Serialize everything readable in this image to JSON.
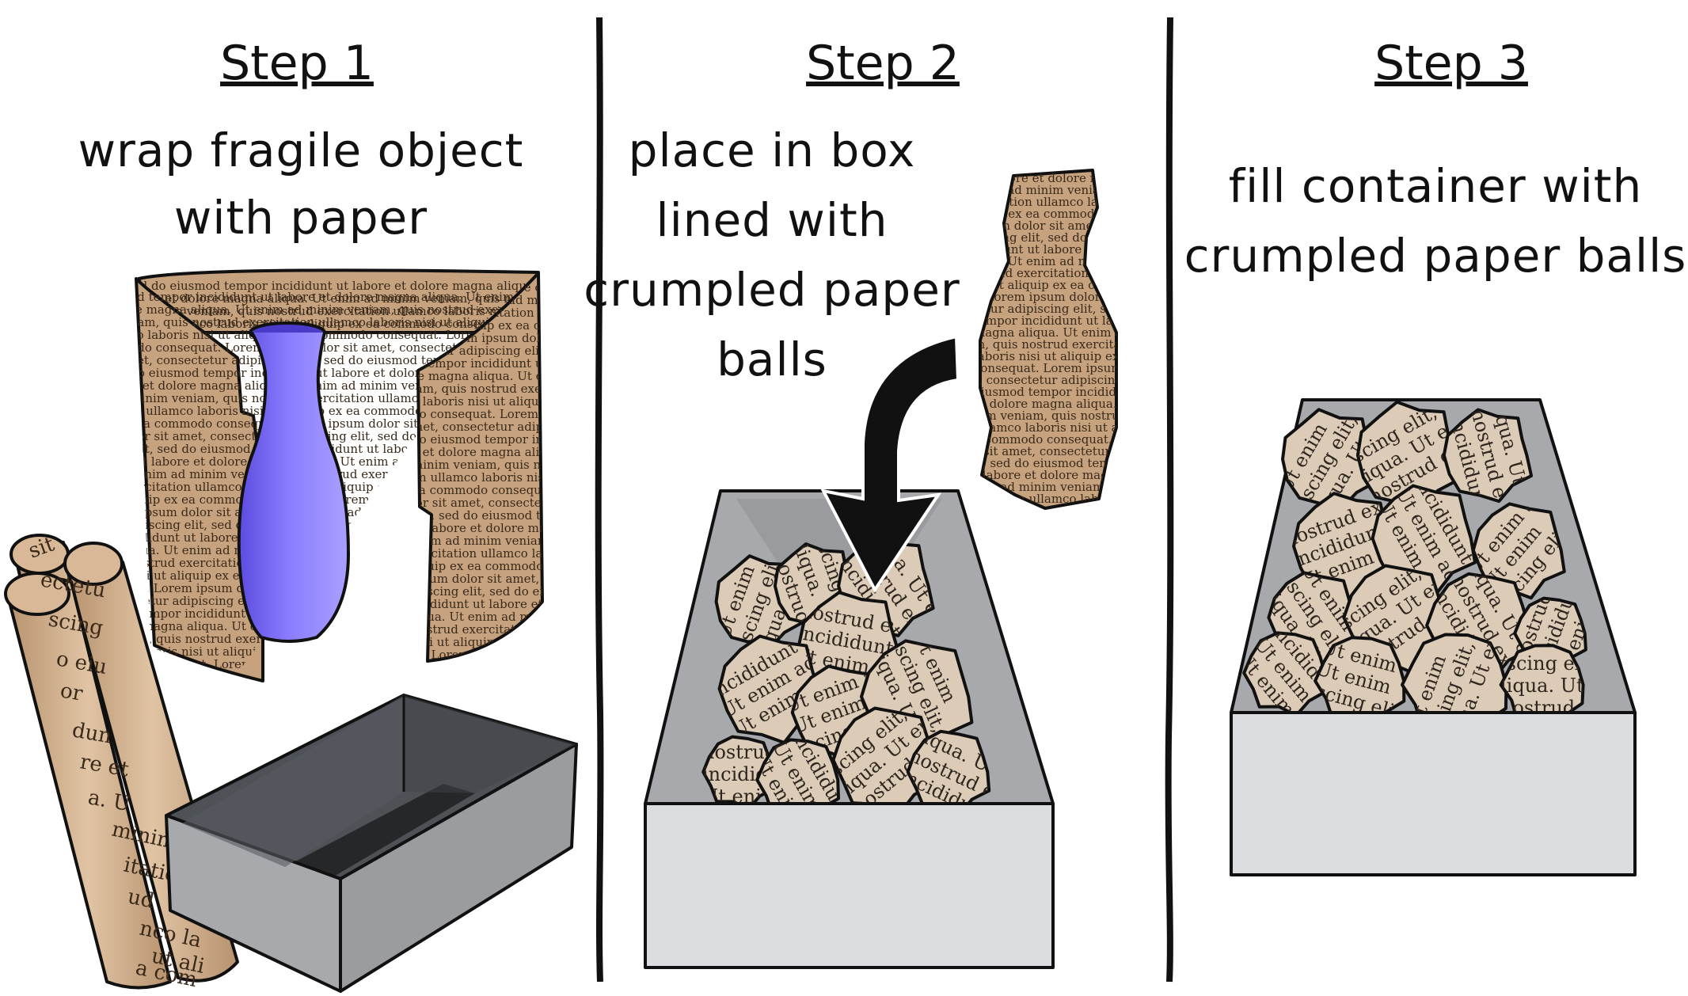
{
  "steps": [
    {
      "title": "Step 1",
      "caption_lines": [
        "wrap fragile object",
        "with paper"
      ]
    },
    {
      "title": "Step 2",
      "caption_lines": [
        "place in box",
        "lined with",
        "crumpled paper",
        "balls"
      ]
    },
    {
      "title": "Step 3",
      "caption_lines": [
        "fill container with",
        "crumpled paper balls"
      ]
    }
  ],
  "newspaper_text": "sed do eiusmod tempor incididunt ut labore et dolore magna aliqua. Ut enim ad minim veniam, quis nostrud exercitation ullamco laboris nisi ut aliquip ex ea commodo consequat. Lorem ipsum dolor sit amet, consectetur adipiscing elit,",
  "ball_text": [
    "Ut enim",
    "iscing elit,",
    "liqua. Ut enim",
    "nostrud exerci",
    "incididunt ut la",
    "Ut enim ad"
  ],
  "roll_text": [
    "sit",
    "ectetu",
    "scing",
    "o eiu",
    "or",
    "dun",
    "re et",
    "a. U",
    "minim",
    "itatio",
    "ud",
    "nco la",
    "ut ali",
    "a com"
  ],
  "colors": {
    "paper": "#c6a27e",
    "ball_paper": "#dccbb6",
    "vase": "#7b6cf2",
    "box_dark": "#4e5257",
    "box_light": "#a7a9ac",
    "box_front": "#dcdde0"
  }
}
